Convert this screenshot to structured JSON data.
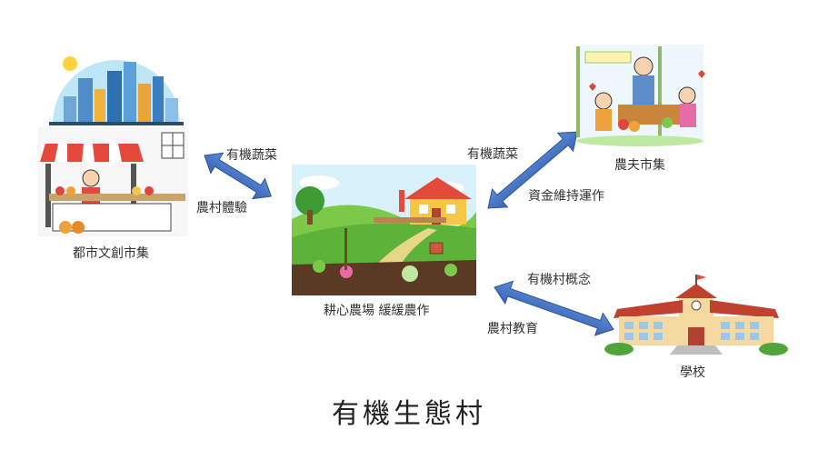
{
  "title": "有機生態村",
  "nodes": {
    "city_market": "都市文創市集",
    "farm": "耕心農場 緩緩農作",
    "farmers_market": "農夫市集",
    "school": "學校"
  },
  "edges": {
    "city_top": "有機蔬菜",
    "city_bottom": "農村體驗",
    "market_top": "有機蔬菜",
    "market_bottom": "資金維持運作",
    "school_top": "有機村概念",
    "school_bottom": "農村教育"
  },
  "colors": {
    "arrow": "#3F6FC0",
    "arrow_stroke": "#2F559A"
  }
}
